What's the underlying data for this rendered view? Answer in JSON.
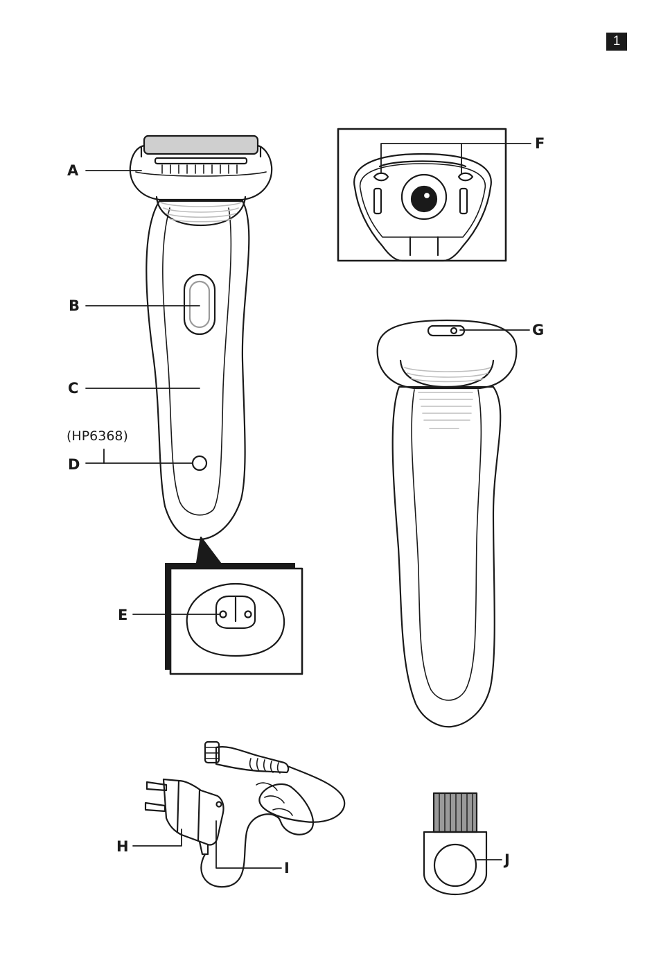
{
  "page_number": "1",
  "model_note": "(HP6368)",
  "labels": {
    "A": "A",
    "B": "B",
    "C": "C",
    "D": "D",
    "E": "E",
    "F": "F",
    "G": "G",
    "H": "H",
    "I": "I",
    "J": "J"
  },
  "colors": {
    "ink": "#1a1a1a",
    "light_gray": "#bdbdbd",
    "foil_gray": "#9a9a9a"
  }
}
